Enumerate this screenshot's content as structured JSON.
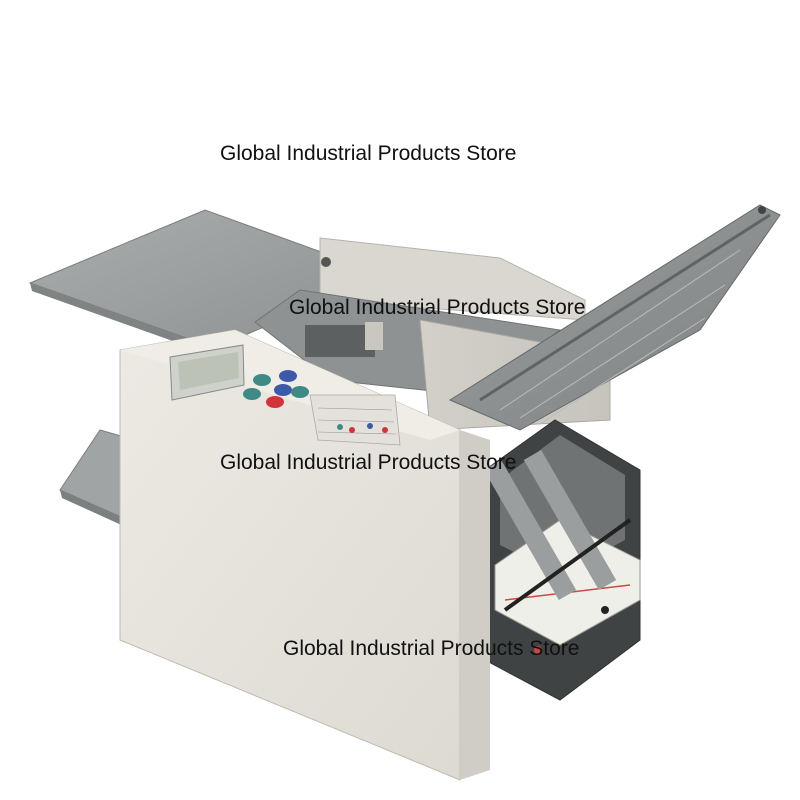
{
  "watermarks": [
    "Global Industrial Products Store",
    "Global Industrial Products Store",
    "Global Industrial Products Store",
    "Global Industrial Products Store"
  ],
  "colors": {
    "background": "#ffffff",
    "housing": "#e6e4dc",
    "tray": "#9ea2a2",
    "panel_display": "#d6d8d2",
    "button_red": "#d4323a",
    "button_blue": "#3c5aa8",
    "button_teal": "#3f8a86"
  }
}
